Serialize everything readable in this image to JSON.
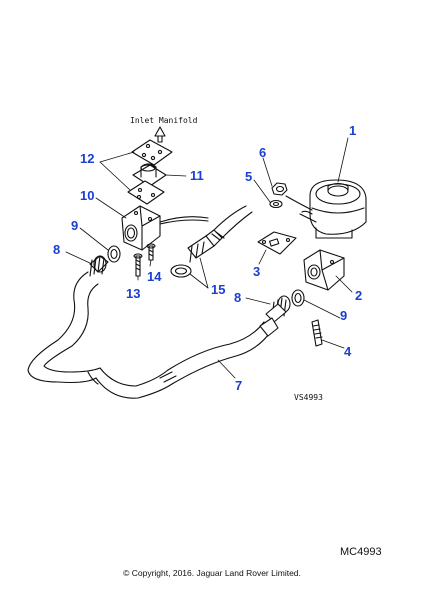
{
  "diagram": {
    "manifold_label": "Inlet Manifold",
    "vs_code": "VS4993",
    "drawing_id": "MC4993",
    "copyright": "© Copyright, 2016. Jaguar Land Rover Limited.",
    "callouts": [
      "1",
      "2",
      "3",
      "4",
      "5",
      "6",
      "7",
      "8",
      "8",
      "9",
      "9",
      "10",
      "11",
      "12",
      "13",
      "14",
      "15"
    ],
    "colors": {
      "callout": "#1a3fd1",
      "line": "#111111",
      "paper": "#ffffff"
    }
  }
}
